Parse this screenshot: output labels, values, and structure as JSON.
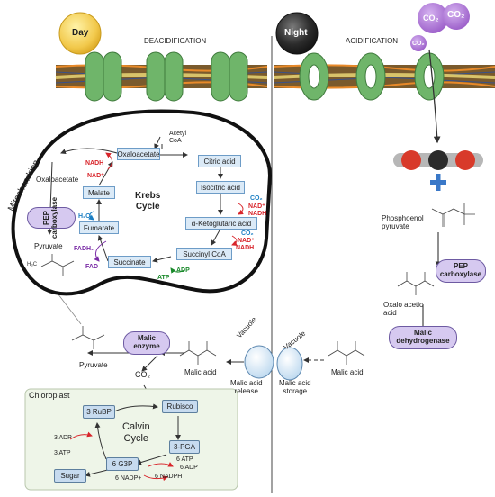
{
  "day": {
    "badge": "Day",
    "title": "DEACIDIFICATION"
  },
  "night": {
    "badge": "Night",
    "title": "ACIDIFICATION"
  },
  "co2_bubbles": [
    "CO₂",
    "CO₂",
    "CO₂"
  ],
  "mitochondrion": {
    "label": "Mitochondrion"
  },
  "krebs": {
    "title": "Krebs\nCycle",
    "acetyl_coa": "Acetyl\nCoA",
    "boxes": {
      "oxaloacetate": "Oxaloacetate",
      "citric_acid": "Citric acid",
      "isocitric_acid": "Isocitric acid",
      "ketoglutaric_acid": "α-Ketoglutaric acid",
      "succinyl_coa": "Succinyl CoA",
      "succinate": "Succinate",
      "fumarate": "Fumarate",
      "malate": "Malate"
    },
    "cofactors": {
      "nadh_1": "NADH",
      "nad_1": "NAD⁺",
      "co2_1": "CO₂",
      "nad_2": "NAD⁺",
      "nadh_2": "NADH",
      "co2_2": "CO₂",
      "nad_3": "NAD⁺",
      "nadh_3": "NADH",
      "adp": "ADP",
      "atp": "ATP",
      "fadh2": "FADH₂",
      "fad": "FAD",
      "h2o": "H₂O"
    }
  },
  "left": {
    "oxaloacetate": "Oxaloacetate",
    "pep_carboxylase": "PEP\ncarboxylase",
    "pyruvate_top": "Pyruvate",
    "h3c": "H₃C",
    "malic_enzyme": "Malic\nenzyme",
    "pyruvate_bottom": "Pyruvate",
    "co2": "CO₂",
    "malic_acid": "Malic acid",
    "malic_acid_release": "Malic acid\nrelease",
    "vacuole_left": "Vacuole"
  },
  "chloroplast": {
    "label": "Chloroplast",
    "calvin": "Calvin\nCycle",
    "rubp": "3 RuBP",
    "rubisco": "Rubisco",
    "pga": "3-PGA",
    "g3p": "6 G3P",
    "sugar": "Sugar",
    "adp3": "3 ADP",
    "atp3": "3 ATP",
    "atp6": "6 ATP",
    "adp6": "6 ADP",
    "nadph6": "6 NADPH",
    "nadp6": "6 NADP+"
  },
  "right": {
    "pep": "Phosphoenol\npyruvate",
    "pep_carboxylase": "PEP\ncarboxylase",
    "oxalo_acetic_acid": "Oxalo acetic\nacid",
    "malic_dehydrogenase": "Malic\ndehydrogenase",
    "malic_acid": "Malic acid",
    "vacuole_right": "Vacuole",
    "malic_acid_storage": "Malic acid\nstorage"
  },
  "colors": {
    "day_sun": "#f2c94c",
    "night_moon": "#2b2b2b",
    "co2_bubble": "#a56fd0",
    "stomata_green": "#6fb56a",
    "box_fill": "#dbeaf7",
    "enzyme_fill": "#d6c9f0",
    "chloroplast_fill": "#eef5e8"
  }
}
